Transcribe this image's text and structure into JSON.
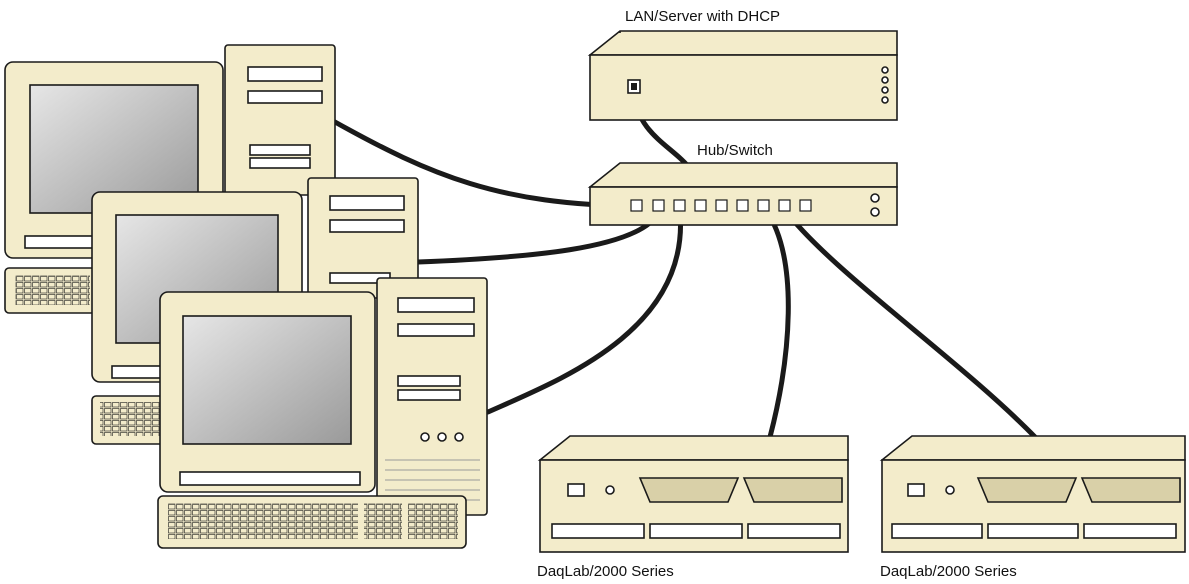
{
  "labels": {
    "server": "LAN/Server with DHCP",
    "hub": "Hub/Switch",
    "daq1": "DaqLab/2000 Series",
    "daq2": "DaqLab/2000 Series"
  },
  "colors": {
    "beige": "#f3eccb",
    "beige_dark": "#d9d0a8",
    "outline": "#1a1a1a",
    "screen": "#b9b9b9",
    "cable": "#1a1a1a"
  }
}
